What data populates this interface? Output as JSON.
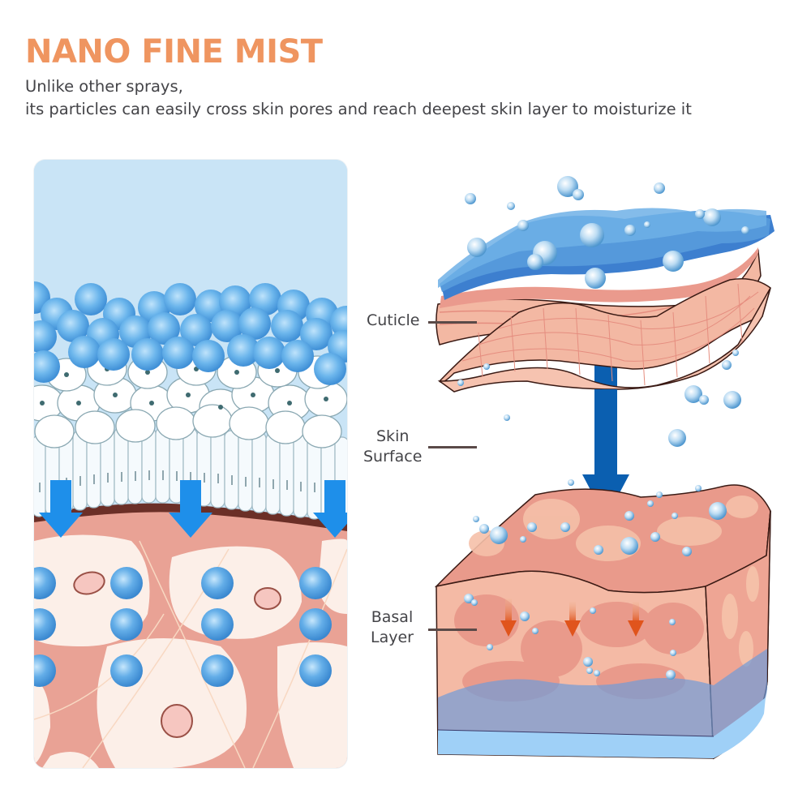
{
  "header": {
    "title": "NANO FINE MIST",
    "subtitle_lines": [
      "Unlike other sprays,",
      "its particles can easily cross skin pores and reach deepest skin layer to moisturize it"
    ]
  },
  "colors": {
    "title_orange": "#ef9560",
    "text_gray": "#444448",
    "mist_blue": "#5aa8e6",
    "arrow_blue": "#1e8fea",
    "arrow_dark_blue": "#0b5fb0",
    "skin_pink": "#e9a295",
    "skin_light": "#fcefe8",
    "sky_blue": "#c9e4f6"
  },
  "left_panel": {
    "description": "Cross-section of skin: nano mist particles covering epidermis, passing through into dermis",
    "icons": [
      "mist-particle-icon",
      "down-arrow-icon",
      "skin-cell-icon"
    ]
  },
  "right_diagram": {
    "labels": [
      {
        "id": "cuticle",
        "lines": [
          "Cuticle"
        ]
      },
      {
        "id": "skin_surface",
        "lines": [
          "Skin",
          "Surface"
        ]
      },
      {
        "id": "basal_layer",
        "lines": [
          "Basal",
          "Layer"
        ]
      }
    ]
  }
}
